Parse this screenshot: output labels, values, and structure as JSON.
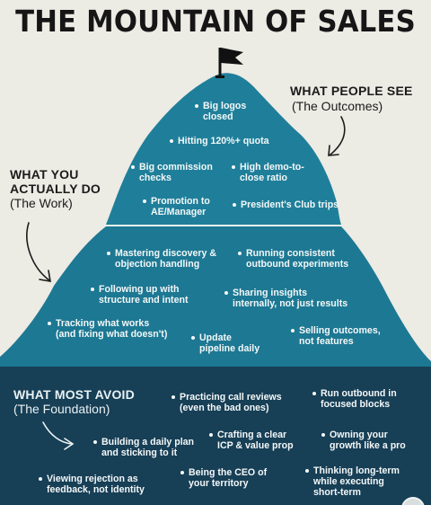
{
  "title": "THE MOUNTAIN OF SALES",
  "outcomes": {
    "heading": "WHAT PEOPLE SEE",
    "subheading": "(The Outcomes)",
    "items": [
      {
        "line1": "Big logos",
        "line2": "closed"
      },
      {
        "line1": "Hitting 120%+ quota",
        "line2": ""
      },
      {
        "line1": "Big commission",
        "line2": "checks"
      },
      {
        "line1": "High demo-to-",
        "line2": "close ratio"
      },
      {
        "line1": "Promotion to",
        "line2": "AE/Manager"
      },
      {
        "line1": "President's Club trips",
        "line2": ""
      }
    ]
  },
  "work": {
    "heading_line1": "WHAT YOU",
    "heading_line2": "ACTUALLY DO",
    "subheading": "(The Work)",
    "items": [
      {
        "line1": "Mastering discovery &",
        "line2": "objection handling"
      },
      {
        "line1": "Running consistent",
        "line2": "outbound experiments"
      },
      {
        "line1": "Following up with",
        "line2": "structure and intent"
      },
      {
        "line1": "Sharing insights",
        "line2": "internally, not just results"
      },
      {
        "line1": "Tracking what works",
        "line2": "(and fixing what doesn't)"
      },
      {
        "line1": "Update",
        "line2": "pipeline daily"
      },
      {
        "line1": "Selling outcomes,",
        "line2": "not features"
      }
    ]
  },
  "foundation": {
    "heading": "WHAT MOST AVOID",
    "subheading": "(The Foundation)",
    "items": [
      {
        "line1": "Practicing call reviews",
        "line2": "(even the bad ones)"
      },
      {
        "line1": "Run outbound in",
        "line2": "focused blocks"
      },
      {
        "line1": "Crafting a clear",
        "line2": "ICP & value prop"
      },
      {
        "line1": "Building a daily plan",
        "line2": "and sticking to it"
      },
      {
        "line1": "Owning your",
        "line2": "growth like a pro"
      },
      {
        "line1": "Viewing rejection as",
        "line2": "feedback, not identity"
      },
      {
        "line1": "Being the CEO of",
        "line2": "your territory"
      },
      {
        "line1": "Thinking long-term",
        "line2": "while executing",
        "line3": "short-term"
      }
    ]
  },
  "colors": {
    "background": "#ecebe4",
    "mountain_top": "#1f7f9a",
    "mountain_bottom": "#1d7893",
    "foundation": "#173f56",
    "text_light": "#f4f8f8"
  },
  "icons": [
    "flag-icon",
    "arrow-icon"
  ]
}
